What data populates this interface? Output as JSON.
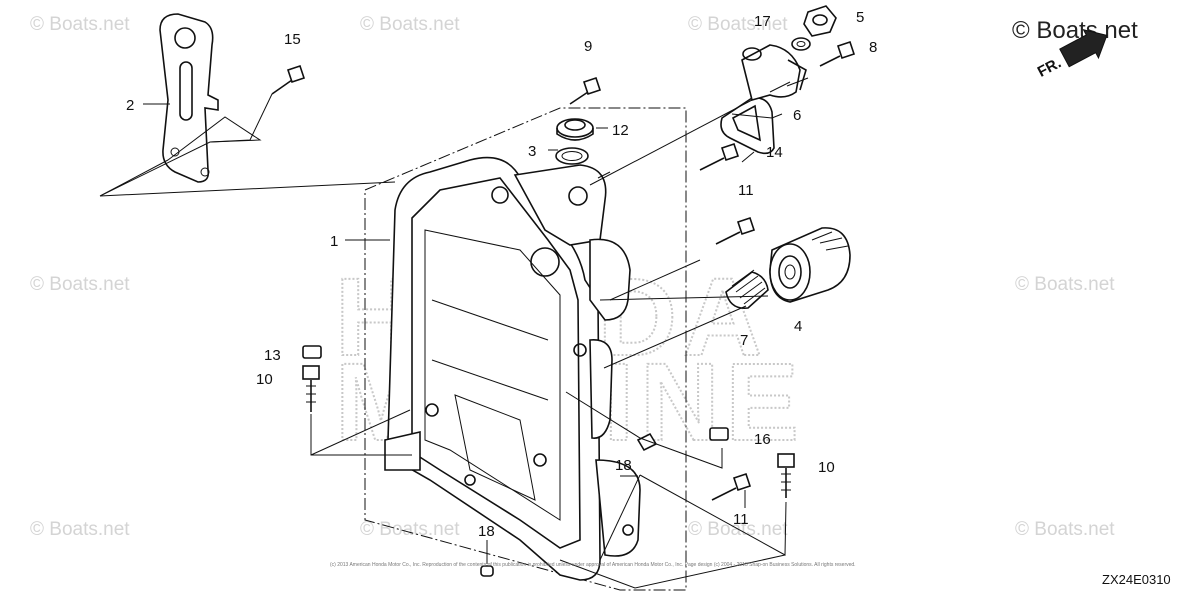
{
  "watermarks": {
    "brand": "© Boats.net",
    "tiles": [
      "© Boats.net",
      "© Boats.net",
      "© Boats.net",
      "© Boats.net",
      "© Boats.net",
      "© Boats.net",
      "© Boats.net",
      "© Boats.net",
      "© Boats.net"
    ]
  },
  "background_text": [
    "HONDA",
    "MARINE"
  ],
  "direction_marker": "FR.",
  "diagram_code": "ZX24E0310",
  "copyright_line": "(c) 2013 American Honda Motor Co., Inc. Reproduction of the contents of this publication is prohibited unless under approval of American Honda Motor Co., Inc. Page design (c) 2004 - 2013 Snap-on Business Solutions. All rights reserved.",
  "callouts": [
    "1",
    "2",
    "3",
    "4",
    "5",
    "6",
    "7",
    "8",
    "9",
    "10",
    "10",
    "11",
    "11",
    "12",
    "13",
    "14",
    "15",
    "16",
    "17",
    "18",
    "18"
  ]
}
